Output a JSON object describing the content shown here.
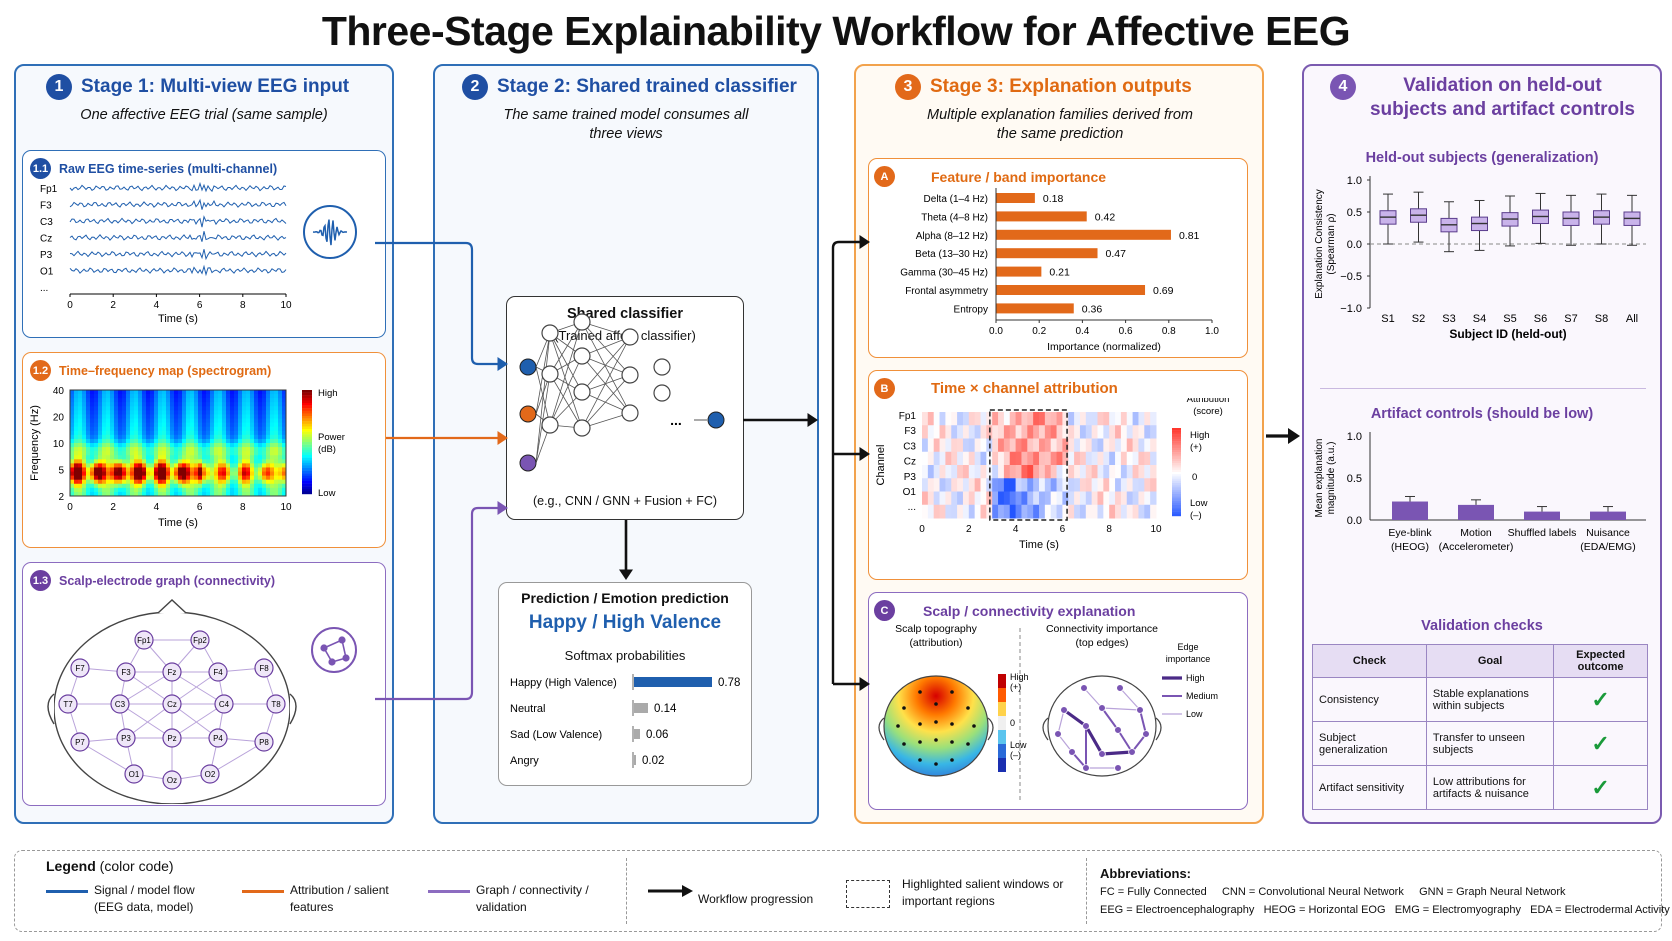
{
  "title": "Three-Stage Explainability Workflow for Affective EEG",
  "stage1": {
    "num": "1",
    "title": "Stage 1: Multi-view EEG input",
    "subtitle": "One affective EEG trial (same sample)",
    "s11": {
      "num": "1.1",
      "title": "Raw EEG time-series (multi-channel)",
      "channels": [
        "Fp1",
        "F3",
        "C3",
        "Cz",
        "P3",
        "O1",
        "..."
      ],
      "xticks": [
        "0",
        "2",
        "4",
        "6",
        "8",
        "10"
      ],
      "xlabel": "Time (s)"
    },
    "s12": {
      "num": "1.2",
      "title": "Time–frequency map (spectrogram)",
      "yticks": [
        "40",
        "20",
        "10",
        "5",
        "2"
      ],
      "ylabel": "Frequency (Hz)",
      "xticks": [
        "0",
        "2",
        "4",
        "6",
        "8",
        "10"
      ],
      "xlabel": "Time (s)",
      "cb_high": "High",
      "cb_mid": "Power (dB)",
      "cb_low": "Low"
    },
    "s13": {
      "num": "1.3",
      "title": "Scalp-electrode graph (connectivity)",
      "electrodes": [
        "Fp1",
        "Fp2",
        "F7",
        "F3",
        "Fz",
        "F4",
        "F8",
        "T7",
        "C3",
        "Cz",
        "C4",
        "T8",
        "P7",
        "P3",
        "Pz",
        "P4",
        "P8",
        "O1",
        "Oz",
        "O2"
      ]
    }
  },
  "stage2": {
    "num": "2",
    "title": "Stage 2: Shared trained classifier",
    "subtitle": "The same trained model consumes all three views",
    "classifier_title": "Shared classifier",
    "classifier_sub": "(Trained affect classifier)",
    "classifier_note": "(e.g., CNN / GNN + Fusion + FC)",
    "ellipsis": "...",
    "pred_title": "Prediction / Emotion prediction",
    "pred_value": "Happy / High Valence",
    "softmax_title": "Softmax probabilities",
    "probs": [
      {
        "label": "Happy (High Valence)",
        "value": 0.78,
        "text": "0.78"
      },
      {
        "label": "Neutral",
        "value": 0.14,
        "text": "0.14"
      },
      {
        "label": "Sad (Low Valence)",
        "value": 0.06,
        "text": "0.06"
      },
      {
        "label": "Angry",
        "value": 0.02,
        "text": "0.02"
      }
    ]
  },
  "stage3": {
    "num": "3",
    "title": "Stage 3: Explanation outputs",
    "subtitle": "Multiple explanation families derived from the same prediction",
    "A": {
      "letter": "A",
      "title": "Feature / band importance",
      "xlabel": "Importance (normalized)",
      "xticks": [
        "0.0",
        "0.2",
        "0.4",
        "0.6",
        "0.8",
        "1.0"
      ],
      "bars": [
        {
          "label": "Delta (1–4 Hz)",
          "value": 0.18,
          "text": "0.18"
        },
        {
          "label": "Theta (4–8 Hz)",
          "value": 0.42,
          "text": "0.42"
        },
        {
          "label": "Alpha (8–12 Hz)",
          "value": 0.81,
          "text": "0.81"
        },
        {
          "label": "Beta (13–30 Hz)",
          "value": 0.47,
          "text": "0.47"
        },
        {
          "label": "Gamma (30–45 Hz)",
          "value": 0.21,
          "text": "0.21"
        },
        {
          "label": "Frontal asymmetry",
          "value": 0.69,
          "text": "0.69"
        },
        {
          "label": "Entropy",
          "value": 0.36,
          "text": "0.36"
        }
      ]
    },
    "B": {
      "letter": "B",
      "title": "Time × channel attribution",
      "channels": [
        "Fp1",
        "F3",
        "C3",
        "Cz",
        "P3",
        "O1",
        "..."
      ],
      "ylabel": "Channel",
      "xlabel": "Time (s)",
      "xticks": [
        "0",
        "2",
        "4",
        "6",
        "8",
        "10"
      ],
      "cb_title": "Attribution (score)",
      "cb_high": "High (+)",
      "cb_mid": "0",
      "cb_low": "Low (–)"
    },
    "C": {
      "letter": "C",
      "title": "Scalp / connectivity explanation",
      "topo_title": "Scalp topography (attribution)",
      "conn_title": "Connectivity importance (top edges)",
      "cb_high": "High (+)",
      "cb_mid": "0",
      "cb_low": "Low (–)",
      "edge_title": "Edge importance",
      "edge_high": "High",
      "edge_med": "Medium",
      "edge_low": "Low"
    }
  },
  "stage4": {
    "num": "4",
    "title": "Validation on held-out subjects and artifact controls",
    "held": {
      "title": "Held-out subjects (generalization)",
      "ylabel": "Explanation Consistency (Spearman ρ)",
      "yticks": [
        "1.0",
        "0.5",
        "0.0",
        "−0.5",
        "−1.0"
      ],
      "xlabel": "Subject ID (held-out)",
      "subjects": [
        "S1",
        "S2",
        "S3",
        "S4",
        "S5",
        "S6",
        "S7",
        "S8",
        "All"
      ],
      "medians": [
        0.42,
        0.45,
        0.3,
        0.32,
        0.39,
        0.43,
        0.4,
        0.42,
        0.4
      ]
    },
    "artifact": {
      "title": "Artifact controls (should be low)",
      "ylabel": "Mean explanation magnitude (a.u.)",
      "yticks": [
        "1.0",
        "0.5",
        "0.0"
      ],
      "bars": [
        {
          "label": "Eye-blink (HEOG)",
          "value": 0.22
        },
        {
          "label": "Motion (Accelerometer)",
          "value": 0.18
        },
        {
          "label": "Shuffled labels",
          "value": 0.1
        },
        {
          "label": "Nuisance (EDA/EMG)",
          "value": 0.1
        }
      ]
    },
    "checks": {
      "title": "Validation checks",
      "headers": [
        "Check",
        "Goal",
        "Expected outcome"
      ],
      "rows": [
        {
          "check": "Consistency",
          "goal": "Stable explanations within subjects",
          "mark": "✓"
        },
        {
          "check": "Subject generalization",
          "goal": "Transfer to unseen subjects",
          "mark": "✓"
        },
        {
          "check": "Artifact sensitivity",
          "goal": "Low attributions for artifacts & nuisance",
          "mark": "✓"
        }
      ]
    }
  },
  "legend": {
    "title": "Legend",
    "title_sub": "(color code)",
    "signal": "Signal / model flow (EEG data, model)",
    "attr": "Attribution / salient features",
    "graph": "Graph / connectivity / validation",
    "flow": "Workflow progression",
    "salient": "Highlighted salient windows or important regions",
    "abbr_title": "Abbreviations:",
    "abbr1": "FC = Fully Connected     CNN = Convolutional Neural Network     GNN = Graph Neural Network",
    "abbr2": "EEG = Electroencephalography   HEOG = Horizontal EOG   EMG = Electromyography   EDA = Electrodermal Activity"
  },
  "colors": {
    "blue": "#1f5fae",
    "orange": "#e2691a",
    "purple": "#7a55b3"
  }
}
